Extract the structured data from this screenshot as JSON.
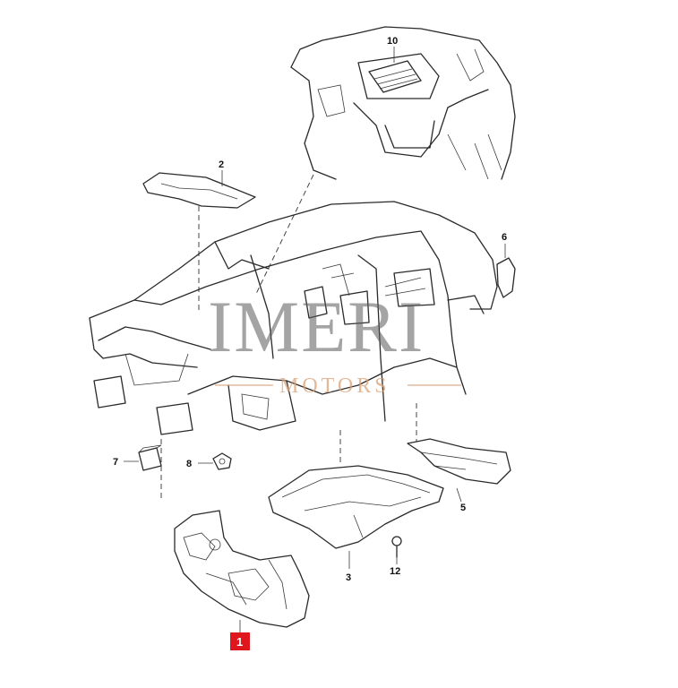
{
  "diagram": {
    "callouts": {
      "c1": "1",
      "c2": "2",
      "c3": "3",
      "c5": "5",
      "c6": "6",
      "c7": "7",
      "c8": "8",
      "c10": "10",
      "c12": "12"
    },
    "highlight_color": "#e0161e"
  },
  "watermark": {
    "main": "IMERI",
    "sub": "MOTORS"
  }
}
